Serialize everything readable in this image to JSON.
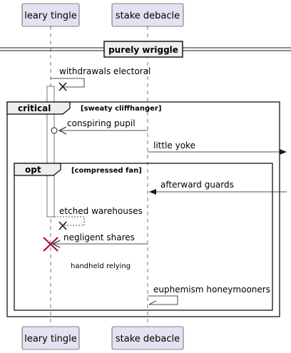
{
  "participants": {
    "left": "leary tingle",
    "right": "stake debacle"
  },
  "divider": "purely wriggle",
  "fragments": {
    "critical": {
      "keyword": "critical",
      "guard": "[sweaty cliffhanger]"
    },
    "opt": {
      "keyword": "opt",
      "guard": "[compressed fan]"
    }
  },
  "messages": {
    "m1": "withdrawals electoral",
    "m2": "conspiring pupil",
    "m3": "little yoke",
    "m4": "afterward guards",
    "m5": "etched warehouses",
    "m6": "negligent shares",
    "m7": "handheld relying",
    "m8": "euphemism honeymooners"
  },
  "colors": {
    "participant_fill": "#e2e2f0",
    "line": "#181818",
    "destroy_red": "#a80036"
  }
}
